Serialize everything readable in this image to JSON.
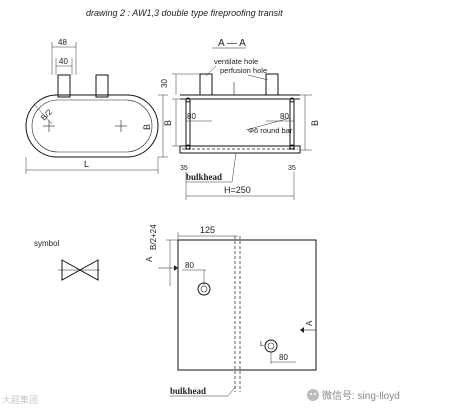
{
  "title": "drawing 2 : AW1,3 double type fireproofing transit",
  "plan_view": {
    "dim_48": "48",
    "dim_40": "40",
    "dim_r": "B/2",
    "dim_b": "B",
    "dim_l": "L"
  },
  "section_view": {
    "section_label": "A — A",
    "ventilate_hole": "ventilate hole",
    "perfusion_hole": "perfusion hole",
    "round_bar": "Φ6 round bar",
    "dim_30": "30",
    "dim_80_left": "80",
    "dim_80_right": "80",
    "dim_b": "B",
    "dim_b_right": "B",
    "dim_35_left": "35",
    "dim_35_right": "35",
    "dim_h": "H=250",
    "bulkhead": "bulkhead"
  },
  "symbol": {
    "label": "symbol"
  },
  "bulkhead_view": {
    "dim_125": "125",
    "dim_b24": "B/2+24",
    "dim_80_top": "80",
    "dim_80_bottom": "80",
    "label_a_left": "A",
    "label_a_right": "A",
    "label_l": "L",
    "bulkhead": "bulkhead"
  },
  "watermark": {
    "left": "大超集团",
    "right": "微信号: sing-lloyd"
  }
}
